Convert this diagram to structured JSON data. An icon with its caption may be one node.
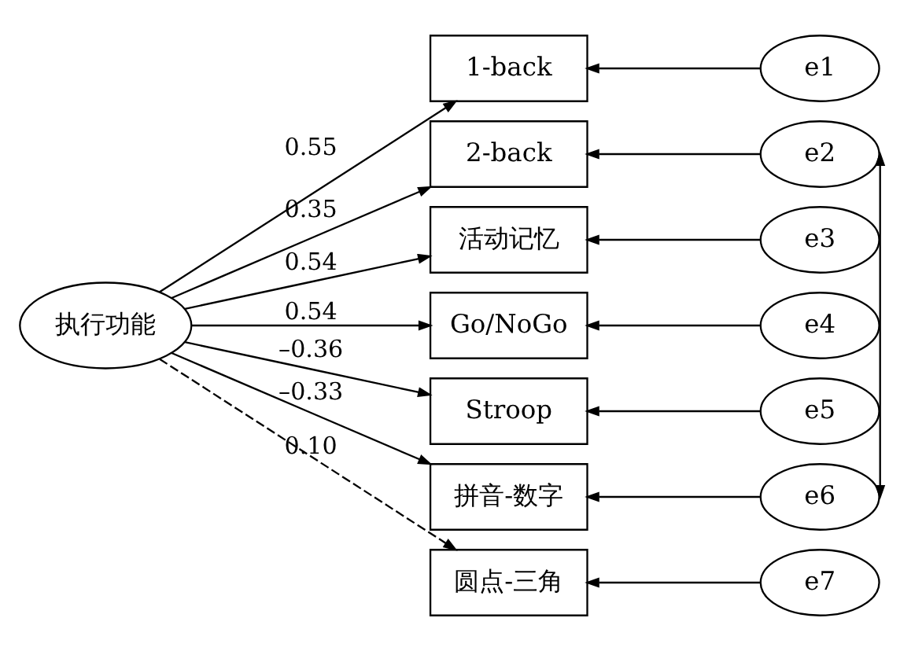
{
  "diagram": {
    "nodes": [
      {
        "text": [
          "执行功能"
        ]
      },
      {
        "text": [
          "1-back"
        ]
      },
      {
        "text": [
          "2-back"
        ]
      },
      {
        "text": [
          "活动记忆"
        ]
      },
      {
        "text": [
          "Go/NoGo"
        ]
      },
      {
        "text": [
          "Stroop"
        ]
      },
      {
        "text": [
          "拼音-数字"
        ]
      },
      {
        "text": [
          "圆点-三角"
        ]
      },
      {
        "text": [
          "e1"
        ]
      },
      {
        "text": [
          "e2"
        ]
      },
      {
        "text": [
          "e3"
        ]
      },
      {
        "text": [
          "e4"
        ]
      },
      {
        "text": [
          "e5"
        ]
      },
      {
        "text": [
          "e6"
        ]
      },
      {
        "text": [
          "e7"
        ]
      }
    ],
    "edges": [
      {
        "from": 0,
        "to": 1,
        "arrow": "to",
        "label": "0.55"
      },
      {
        "from": 0,
        "to": 2,
        "arrow": "to",
        "label": "0.35"
      },
      {
        "from": 0,
        "to": 3,
        "arrow": "to",
        "label": "0.54"
      },
      {
        "from": 0,
        "to": 4,
        "arrow": "to",
        "label": "0.54"
      },
      {
        "from": 0,
        "to": 5,
        "arrow": "to",
        "label": "–0.36"
      },
      {
        "from": 0,
        "to": 6,
        "arrow": "to",
        "label": "–0.33"
      },
      {
        "from": 0,
        "to": 7,
        "arrow": "to",
        "label": "0.10",
        "style": "dashed"
      },
      {
        "from": 8,
        "to": 1,
        "arrow": "to"
      },
      {
        "from": 9,
        "to": 2,
        "arrow": "to"
      },
      {
        "from": 10,
        "to": 3,
        "arrow": "to"
      },
      {
        "from": 11,
        "to": 4,
        "arrow": "to"
      },
      {
        "from": 12,
        "to": 5,
        "arrow": "to"
      },
      {
        "from": 13,
        "to": 6,
        "arrow": "to"
      },
      {
        "from": 14,
        "to": 7,
        "arrow": "to"
      },
      {
        "from": 9,
        "to": 13,
        "arrow": "both"
      }
    ]
  }
}
